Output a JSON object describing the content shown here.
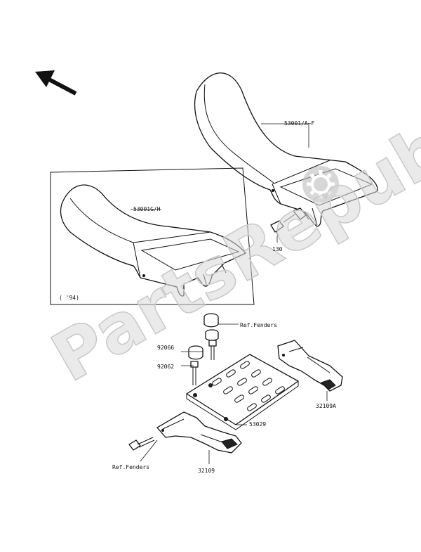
{
  "watermark": "PartsRepublik",
  "labels": {
    "seat_main": "53001/A~F",
    "seat_inset": "53001G/H",
    "bolt_130": "130",
    "inset_year": "( '94)",
    "ref_fenders_top": "Ref.Fenders",
    "cap_92066": "92066",
    "bolt_92062": "92062",
    "carrier": "53029",
    "bracket_right": "32109A",
    "bracket_left": "32109",
    "ref_fenders_bottom": "Ref.Fenders"
  },
  "icons": {
    "direction_arrow": "arrow-up-left-icon",
    "watermark_logo": "gear-icon"
  },
  "colors": {
    "line": "#111111",
    "watermark": "#d9d9d9",
    "background": "#ffffff"
  }
}
